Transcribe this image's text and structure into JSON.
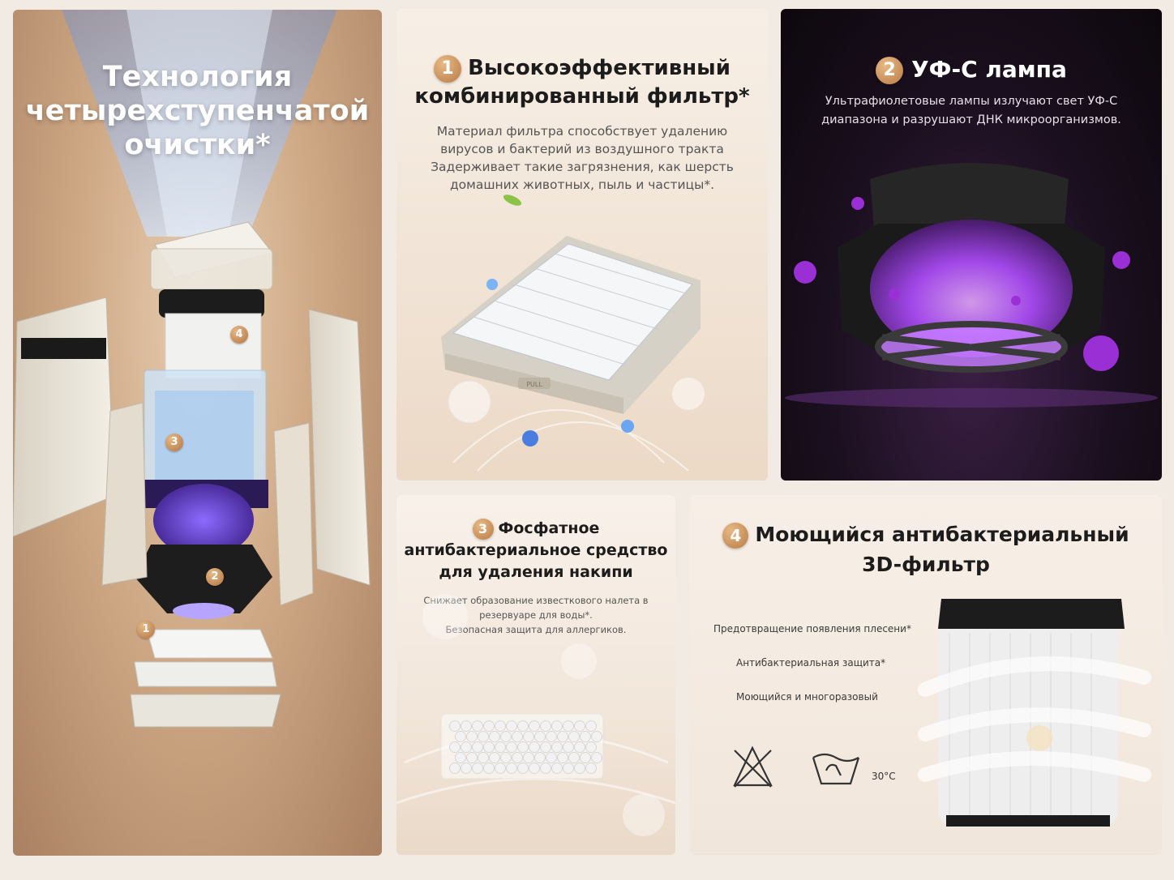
{
  "panel_left": {
    "title_lines": [
      "Технология",
      "четырехступенчатой",
      "очистки*"
    ],
    "stage_numbers": [
      "4",
      "3",
      "2",
      "1"
    ]
  },
  "panel_filter": {
    "number": "1",
    "title_lines": [
      "Высокоэффективный",
      "комбинированный фильтр*"
    ],
    "body_lines": [
      "Материал фильтра способствует удалению",
      "вирусов и бактерий из воздушного тракта",
      "Задерживает такие загрязнения, как шерсть",
      "домашних животных, пыль и частицы*."
    ],
    "pull_label": "PULL"
  },
  "panel_uv": {
    "number": "2",
    "title": "УФ-С лампа",
    "body_lines": [
      "Ультрафиолетовые лампы излучают свет УФ-С",
      "диапазона и разрушают ДНК микроорганизмов."
    ]
  },
  "panel_phosphate": {
    "number": "3",
    "title_lines": [
      "Фосфатное",
      "антибактериальное средство",
      "для удаления накипи"
    ],
    "body_lines": [
      "Снижает образование известкового налета в",
      "резервуаре для воды*.",
      "Безопасная защита для аллергиков."
    ]
  },
  "panel_3dfilter": {
    "number": "4",
    "title_lines": [
      "Моющийся антибактериальный",
      "3D-фильтр"
    ],
    "features": [
      "Предотвращение появления плесени*",
      "Антибактериальная защита*",
      "Моющийся и многоразовый"
    ],
    "icons": [
      "no-bleach-icon",
      "hand-wash-icon"
    ],
    "wash_temp": "30°C"
  },
  "colors": {
    "badge": "#c28752",
    "uv_glow": "#b04cff",
    "left_bg": "#cfa986"
  }
}
